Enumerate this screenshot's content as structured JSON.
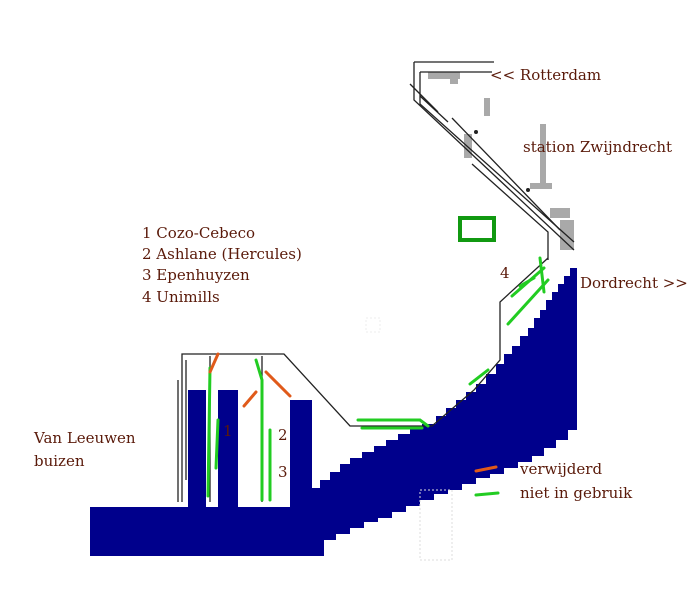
{
  "labels": {
    "rotterdam": "<< Rotterdam",
    "station": "station Zwijndrecht",
    "dordrecht": "Dordrecht >>",
    "van_leeuwen_line1": "Van Leeuwen",
    "van_leeuwen_line2": "buizen"
  },
  "companies": [
    "1 Cozo-Cebeco",
    "2 Ashlane (Hercules)",
    "3 Epenhuyzen",
    "4 Unimills"
  ],
  "markers": {
    "m1": "1",
    "m2": "2",
    "m3": "3",
    "m4": "4"
  },
  "legend": {
    "removed": "verwijderd",
    "unused": "niet in gebruik",
    "removed_color": "#e05a1a",
    "unused_color": "#22cc22"
  },
  "colors": {
    "water": "#00008c",
    "text": "#5a1a0a",
    "track": "#222222",
    "station": "#a9a9a9",
    "building": "#119911"
  }
}
